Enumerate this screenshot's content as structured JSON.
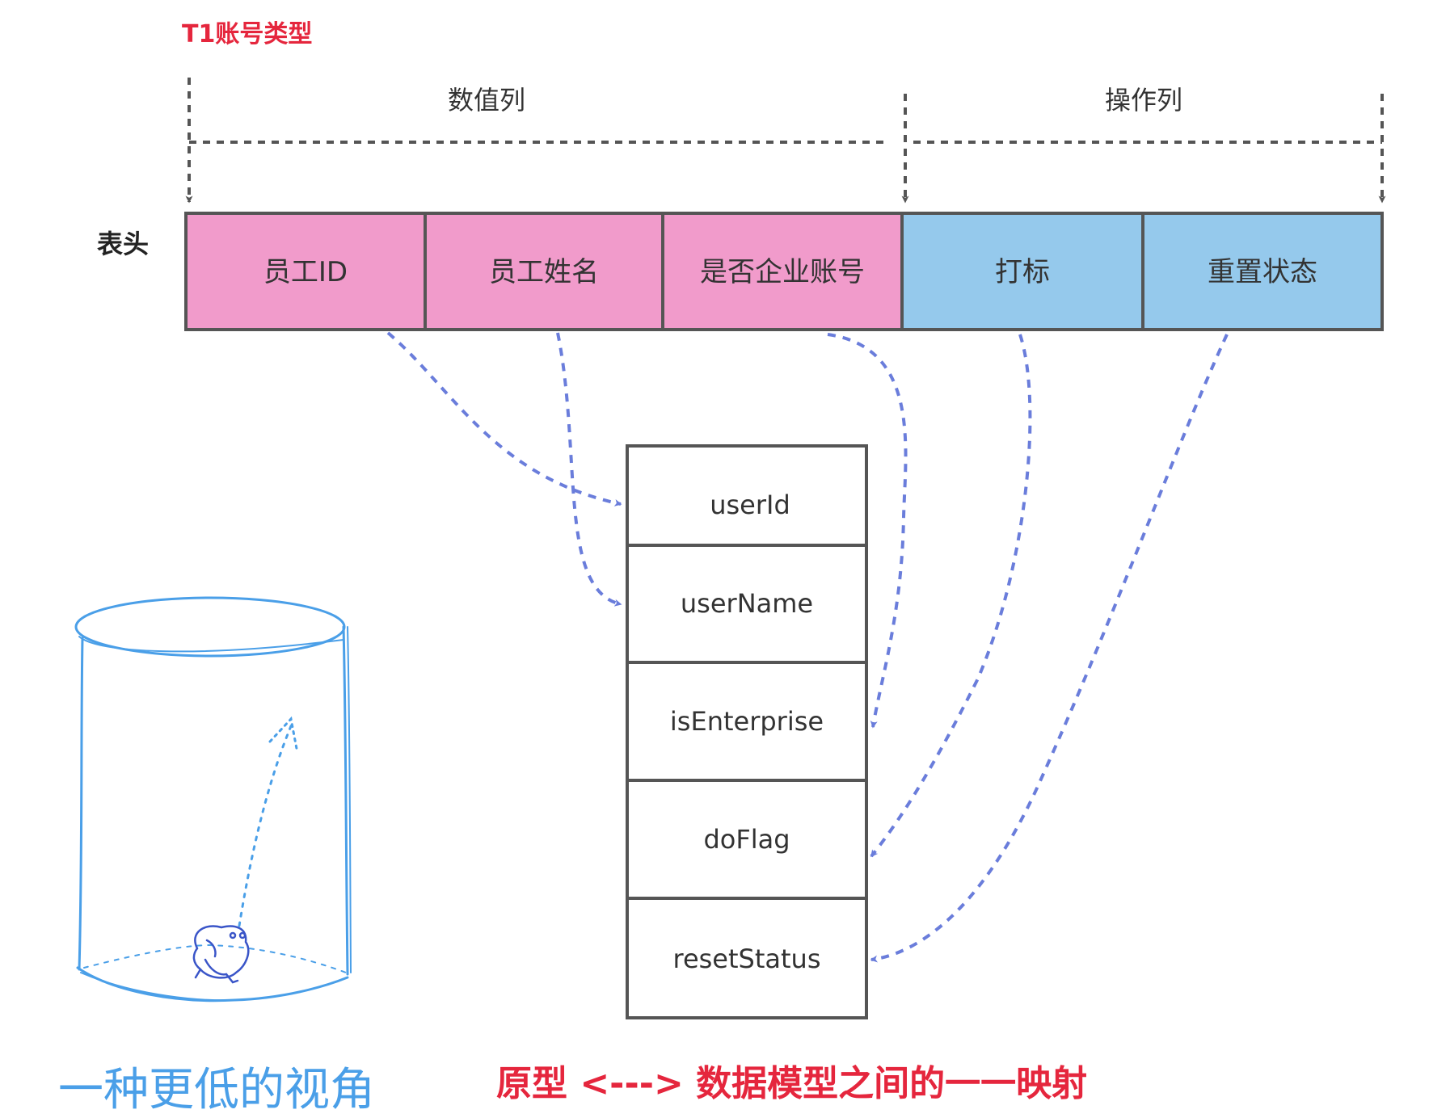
{
  "title": "T1账号类型",
  "groups": {
    "value_columns": "数值列",
    "action_columns": "操作列"
  },
  "header_label": "表头",
  "header_cells": [
    {
      "label": "员工ID",
      "group": "value"
    },
    {
      "label": "员工姓名",
      "group": "value"
    },
    {
      "label": "是否企业账号",
      "group": "value"
    },
    {
      "label": "打标",
      "group": "action"
    },
    {
      "label": "重置状态",
      "group": "action"
    }
  ],
  "model_fields": [
    "userId",
    "userName",
    "isEnterprise",
    "doFlag",
    "resetStatus"
  ],
  "captions": {
    "left": "一种更低的视角",
    "right": "原型 <---> 数据模型之间的一一映射"
  },
  "colors": {
    "title_red": "#e5263d",
    "value_fill": "#f19bcb",
    "action_fill": "#95c9ec",
    "border": "#555555",
    "arrow_blue": "#6a7ddb",
    "sketch_blue": "#4a9fe8"
  }
}
